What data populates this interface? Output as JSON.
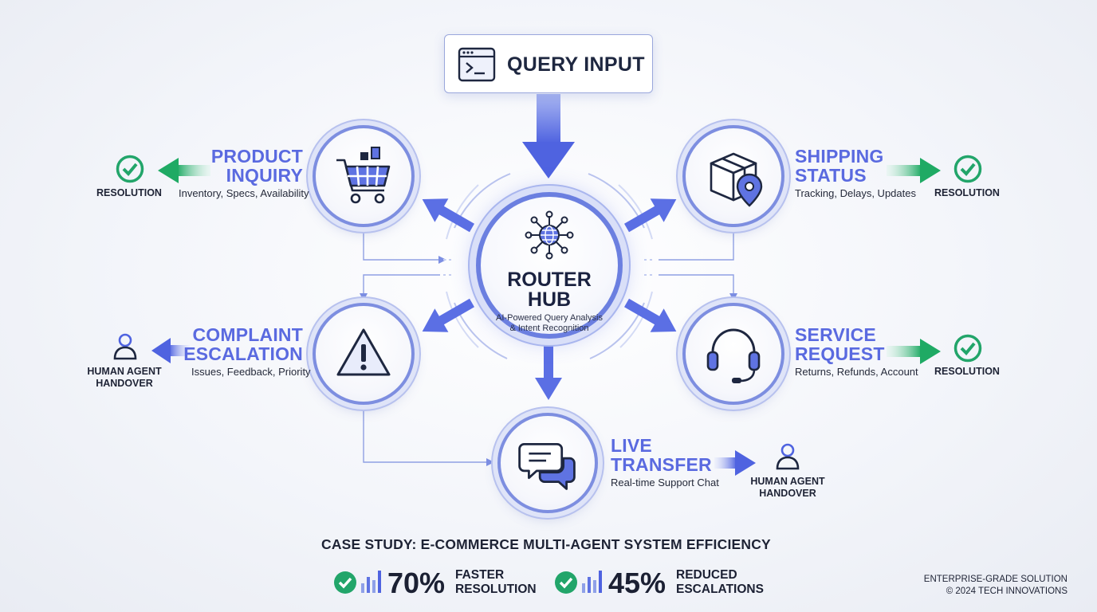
{
  "query": {
    "label": "QUERY INPUT",
    "icon": "terminal-window-icon"
  },
  "hub": {
    "title": "ROUTER\nHUB",
    "subtitle": "AI-Powered Query Analysis\n& Intent Recognition",
    "icon": "network-globe-icon"
  },
  "nodes": {
    "product": {
      "title": "PRODUCT\nINQUIRY",
      "subtitle": "Inventory, Specs, Availability",
      "icon": "shopping-cart-icon",
      "outcome": "RESOLUTION"
    },
    "shipping": {
      "title": "SHIPPING\nSTATUS",
      "subtitle": "Tracking, Delays, Updates",
      "icon": "package-location-icon",
      "outcome": "RESOLUTION"
    },
    "complaint": {
      "title": "COMPLAINT\nESCALATION",
      "subtitle": "Issues, Feedback, Priority",
      "icon": "warning-triangle-icon",
      "outcome": "HUMAN AGENT\nHANDOVER"
    },
    "service": {
      "title": "SERVICE\nREQUEST",
      "subtitle": "Returns, Refunds, Account",
      "icon": "headset-icon",
      "outcome": "RESOLUTION"
    },
    "live": {
      "title": "LIVE\nTRANSFER",
      "subtitle": "Real-time Support Chat",
      "icon": "chat-bubbles-icon",
      "outcome": "HUMAN AGENT\nHANDOVER"
    }
  },
  "case_study": {
    "title": "CASE STUDY: E-COMMERCE MULTI-AGENT SYSTEM EFFICIENCY",
    "stats": [
      {
        "value": "70%",
        "label": "FASTER\nRESOLUTION"
      },
      {
        "value": "45%",
        "label": "REDUCED\nESCALATIONS"
      }
    ]
  },
  "footer": "ENTERPRISE-GRADE SOLUTION\n© 2024 TECH INNOVATIONS",
  "colors": {
    "accent": "#5a6ae0",
    "resolution_green": "#22a56a",
    "text": "#1e2335"
  }
}
